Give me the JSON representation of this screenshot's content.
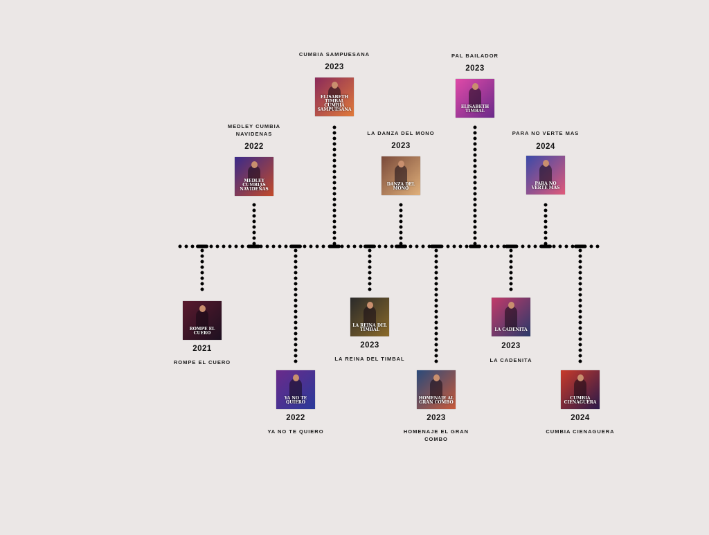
{
  "timeline": {
    "releases": [
      {
        "title": "ROMPE EL CUERO",
        "year": "2021",
        "cover_text": "Rompe el Cuero",
        "colors": [
          "#5a1a2e",
          "#1d1020"
        ]
      },
      {
        "title": "MEDLEY CUMBIA NAVIDENAS",
        "year": "2022",
        "cover_text": "MEDLEY CUMBIAS NAVIDEÑAS",
        "colors": [
          "#3a2a8a",
          "#c24a2a"
        ]
      },
      {
        "title": "YA NO TE QUIERO",
        "year": "2022",
        "cover_text": "YA NO TE QUIERO",
        "colors": [
          "#6a2a8a",
          "#2a3a9a"
        ]
      },
      {
        "title": "CUMBIA SAMPUESANA",
        "year": "2023",
        "cover_text": "ELISABETH TIMBAL Cumbia SAMPUESANA",
        "colors": [
          "#8a2a5a",
          "#e07a3a"
        ]
      },
      {
        "title": "LA REINA DEL TIMBAL",
        "year": "2023",
        "cover_text": "LA REINA DEL TIMBAL",
        "colors": [
          "#2a2a2a",
          "#8a6a2a"
        ]
      },
      {
        "title": "LA DANZA DEL MONO",
        "year": "2023",
        "cover_text": "DANZA DEL MONO",
        "colors": [
          "#7a4a3a",
          "#e0b07a"
        ]
      },
      {
        "title": "HOMENAJE EL GRAN COMBO",
        "year": "2023",
        "cover_text": "Homenaje al Gran Combo",
        "colors": [
          "#2a4a7a",
          "#c85a3a"
        ]
      },
      {
        "title": "PAL BAILADOR",
        "year": "2023",
        "cover_text": "ELISABETH TIMBAL",
        "colors": [
          "#e04aa8",
          "#6a2a8a"
        ]
      },
      {
        "title": "LA CADENITA",
        "year": "2023",
        "cover_text": "LA CADENITA",
        "colors": [
          "#c23a6a",
          "#2a3a6a"
        ]
      },
      {
        "title": "PARA NO VERTE MAS",
        "year": "2024",
        "cover_text": "PARA NO VERTE MAS",
        "colors": [
          "#3a4aa8",
          "#e05a7a"
        ]
      },
      {
        "title": "CUMBIA CIENAGUERA",
        "year": "2024",
        "cover_text": "CUMBIA CIENAGUERA",
        "colors": [
          "#c83a2a",
          "#2a1a4a"
        ]
      }
    ],
    "line_color": "#000000"
  }
}
